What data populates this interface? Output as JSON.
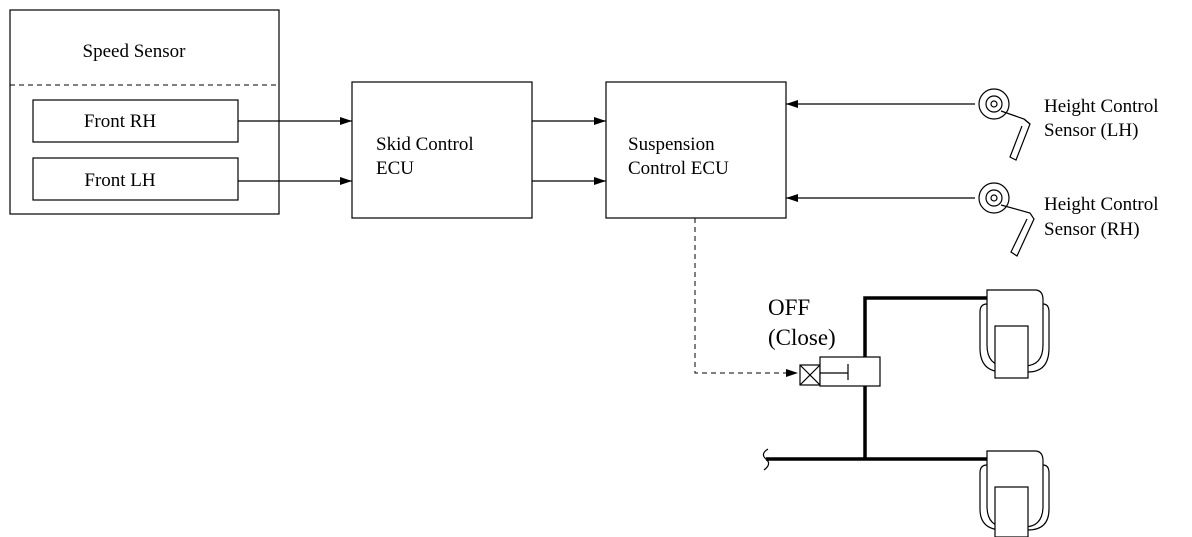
{
  "speed_sensor": {
    "title": "Speed Sensor",
    "front_rh": "Front RH",
    "front_lh": "Front LH"
  },
  "skid_ecu": {
    "line1": "Skid Control",
    "line2": "ECU"
  },
  "suspension_ecu": {
    "line1": "Suspension",
    "line2": "Control ECU"
  },
  "height_sensor_lh": {
    "line1": "Height Control",
    "line2": "Sensor (LH)"
  },
  "height_sensor_rh": {
    "line1": "Height Control",
    "line2": "Sensor (RH)"
  },
  "valve": {
    "state_line1": "OFF",
    "state_line2": "(Close)"
  }
}
